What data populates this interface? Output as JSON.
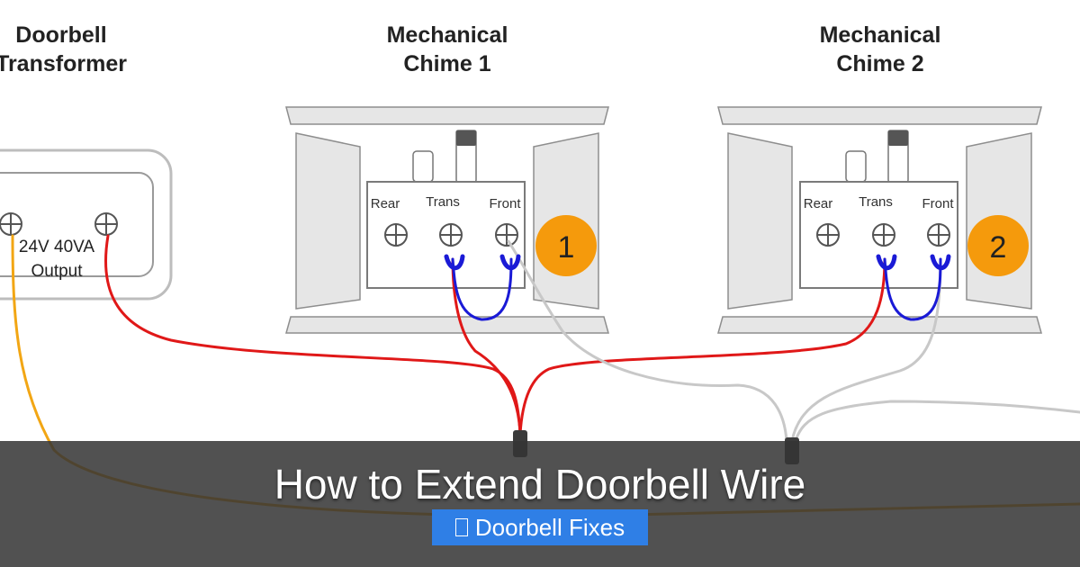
{
  "transformer": {
    "title_line1": "Doorbell",
    "title_line2": "Transformer",
    "output_line1": "24V 40VA",
    "output_line2": "Output"
  },
  "chimes": [
    {
      "title_line1": "Mechanical",
      "title_line2": "Chime 1",
      "terminals": [
        "Rear",
        "Trans",
        "Front"
      ],
      "number": "1"
    },
    {
      "title_line1": "Mechanical",
      "title_line2": "Chime 2",
      "terminals": [
        "Rear",
        "Trans",
        "Front"
      ],
      "number": "2"
    }
  ],
  "colors": {
    "red_wire": "#e01818",
    "blue_jumper": "#1a1ad6",
    "gray_wire": "#c8c8c8",
    "orange_wire": "#f2a614",
    "number_badge": "#f59a0c",
    "caption_badge": "#2f7fe6",
    "overlay": "#343434"
  },
  "caption": {
    "title": "How to Extend Doorbell Wire",
    "category": "Doorbell Fixes",
    "category_icon": "document-icon"
  }
}
